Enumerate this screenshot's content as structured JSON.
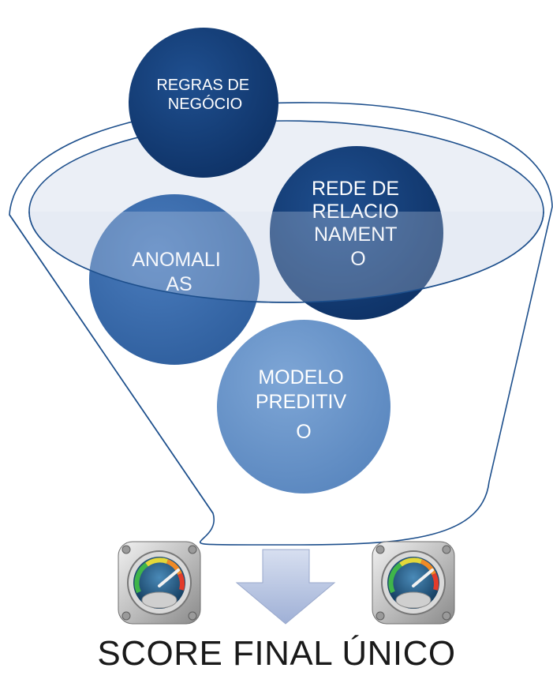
{
  "circles": {
    "regras": {
      "lines": [
        "REGRAS DE",
        "NEGÓCIO"
      ]
    },
    "rede": {
      "lines": [
        "REDE DE",
        "RELACIO",
        "NAMENT",
        "O"
      ]
    },
    "anomalias": {
      "lines": [
        "ANOMALI",
        "AS"
      ]
    },
    "modelo": {
      "lines": [
        "MODELO",
        "PREDITIV",
        "O"
      ]
    }
  },
  "colors": {
    "dark_blue": "#153f7a",
    "mid_blue": "#3e6fb1",
    "light_blue": "#6d97cb",
    "funnel_line": "#1d4f8c",
    "arrow": "#b9c6e2"
  },
  "icons": [
    "gauge-icon",
    "down-arrow-icon",
    "gauge-icon"
  ],
  "footer": {
    "title": "SCORE FINAL ÚNICO"
  }
}
